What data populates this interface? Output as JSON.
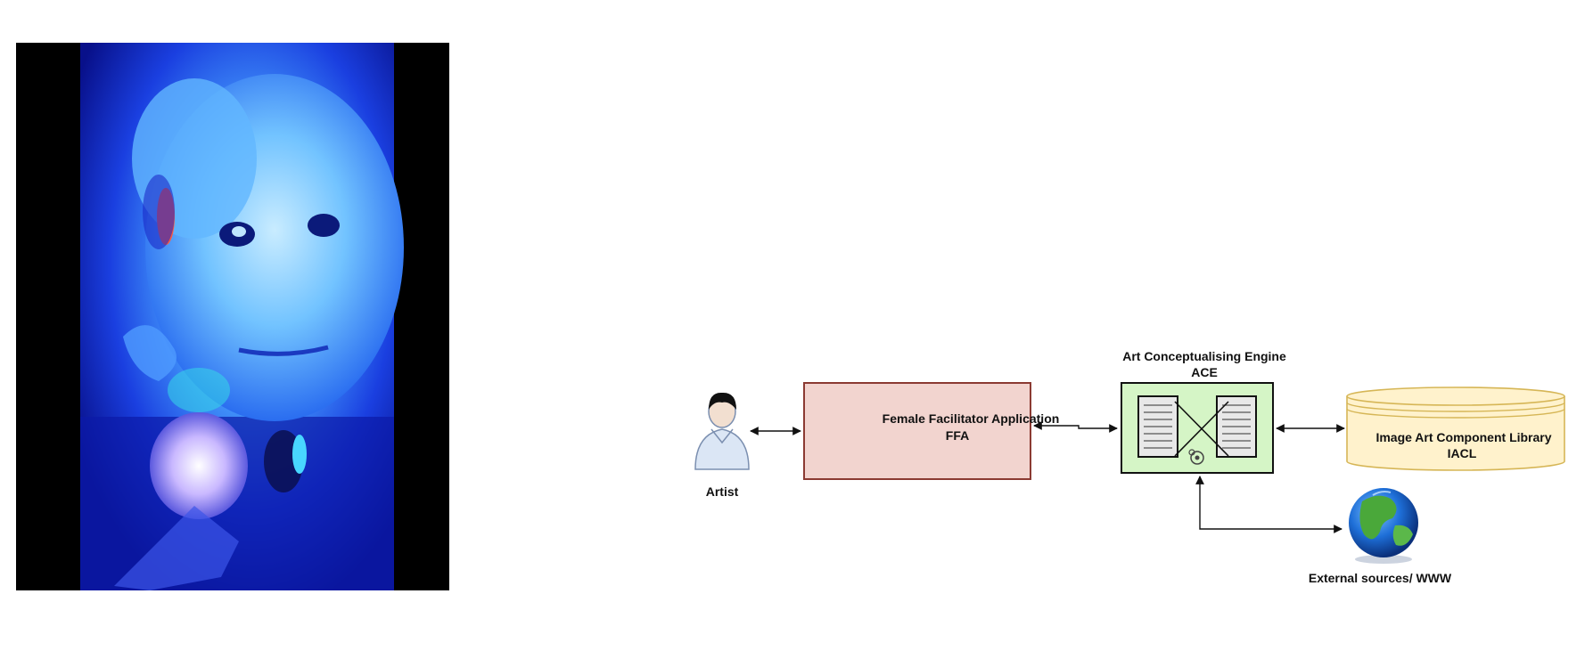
{
  "photo": {
    "description_icon": "glowing-creature-photo"
  },
  "diagram": {
    "artist": {
      "label": "Artist",
      "icon": "person-icon"
    },
    "ffa": {
      "line1": "Female Facilitator Application",
      "line2": "FFA"
    },
    "ace": {
      "title1": "Art Conceptualising Engine",
      "title2": "ACE",
      "icon": "engine-icon"
    },
    "iacl": {
      "line1": "Image Art Component Library",
      "line2": "IACL",
      "icon": "database-icon"
    },
    "external": {
      "label": "External sources/ WWW",
      "icon": "globe-icon"
    },
    "colors": {
      "ffa_fill": "#f2d4cf",
      "ffa_stroke": "#8b3a32",
      "ace_fill": "#d5f5c6",
      "iacl_fill": "#fff2cc",
      "iacl_stroke": "#d6b656"
    }
  }
}
